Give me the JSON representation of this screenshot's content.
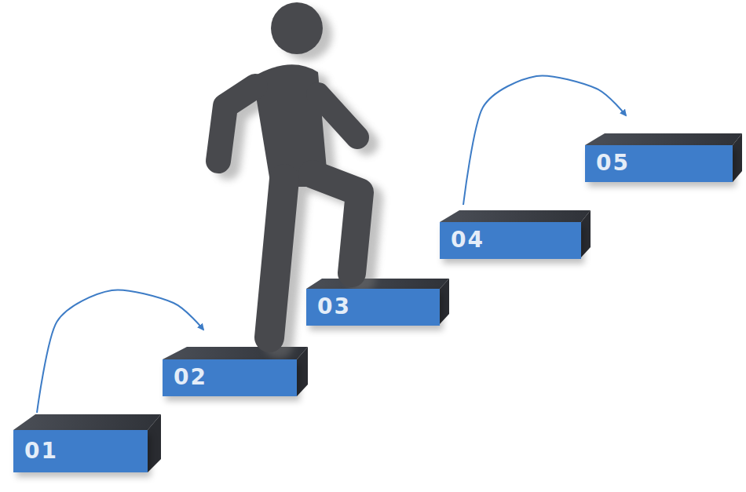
{
  "diagram": {
    "nodes": [
      {
        "text": [
          "01"
        ]
      },
      {
        "text": [
          "02"
        ]
      },
      {
        "text": [
          "03"
        ]
      },
      {
        "text": [
          "04"
        ]
      },
      {
        "text": [
          "05"
        ]
      }
    ],
    "edges": [
      {
        "from": 0,
        "to": 1,
        "arrow": "to"
      },
      {
        "from": 3,
        "to": 4,
        "arrow": "to"
      }
    ]
  }
}
